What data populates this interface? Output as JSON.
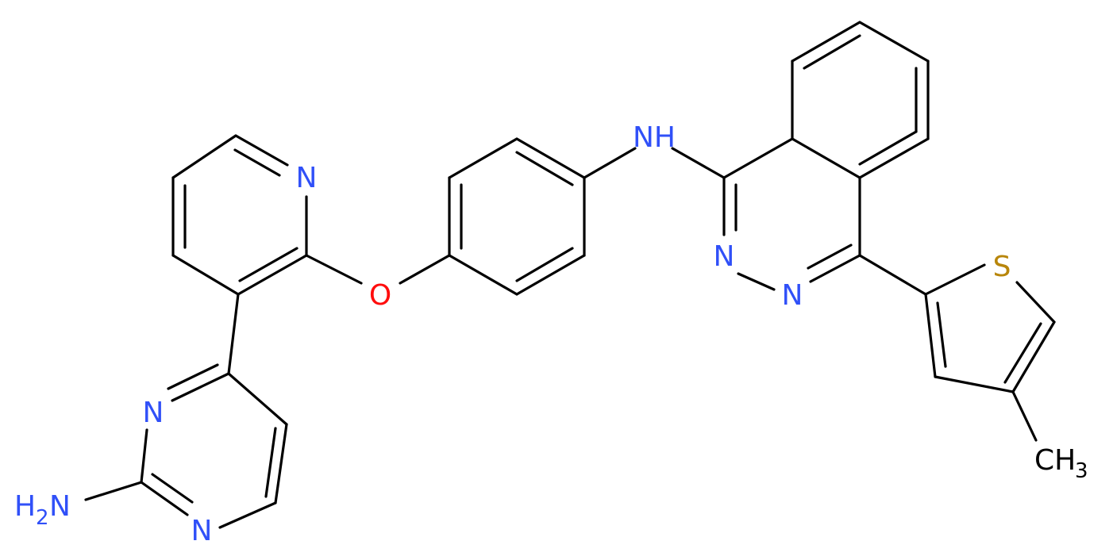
{
  "molecule": {
    "atom_labels": {
      "n_pyridine": "N",
      "o_ether": "O",
      "nh_amine": "NH",
      "n_phthalazine_1": "N",
      "n_phthalazine_2": "N",
      "s_thiophene": "S",
      "n_pyrimidine_1": "N",
      "n_pyrimidine_2": "N",
      "nh2_h": "H",
      "nh2_sub": "2",
      "nh2_n": "N",
      "ch3_c": "CH",
      "ch3_sub": "3"
    },
    "colors": {
      "bond": "#000000",
      "nitrogen": "#3050F8",
      "oxygen": "#FF0D0D",
      "sulfur": "#B8860B",
      "carbon_label": "#000000"
    }
  }
}
